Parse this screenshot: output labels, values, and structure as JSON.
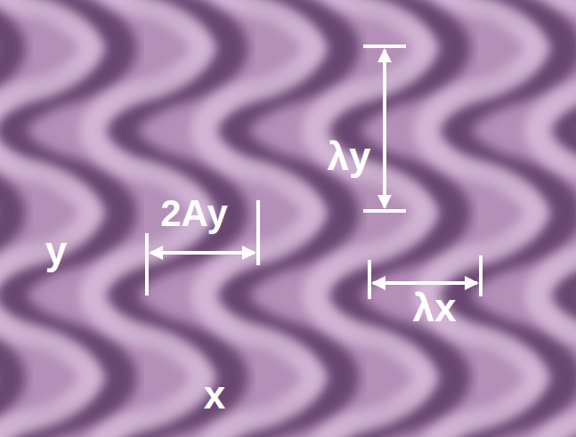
{
  "diagram": {
    "labels": [
      "λy",
      "2Ay",
      "λx",
      "y",
      "x"
    ]
  }
}
